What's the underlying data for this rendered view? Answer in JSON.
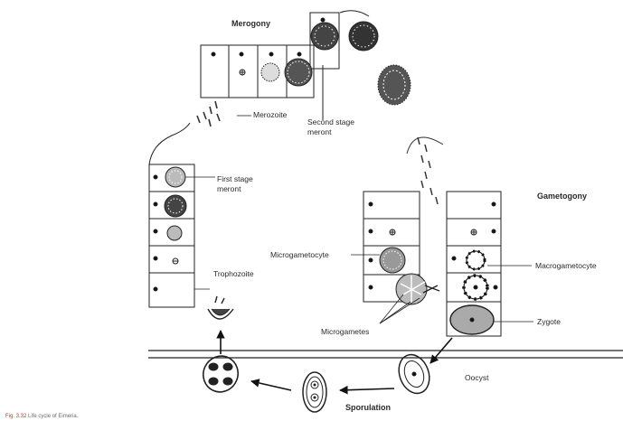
{
  "labels": {
    "merogony": "Merogony",
    "merozoite": "Merozoite",
    "second_stage_meront_1": "Second stage",
    "second_stage_meront_2": "meront",
    "first_stage_meront_1": "First stage",
    "first_stage_meront_2": "meront",
    "trophozoite": "Trophozoite",
    "gametogony": "Gametogony",
    "microgametocyte": "Microgametocyte",
    "macrogametocyte": "Macrogametocyte",
    "microgametes": "Microgametes",
    "zygote": "Zygote",
    "oocyst": "Oocyst",
    "sporulation": "Sporulation"
  },
  "caption": {
    "figure_number": "Fig. 3.32",
    "text": "Life cycle of Eimeria."
  }
}
